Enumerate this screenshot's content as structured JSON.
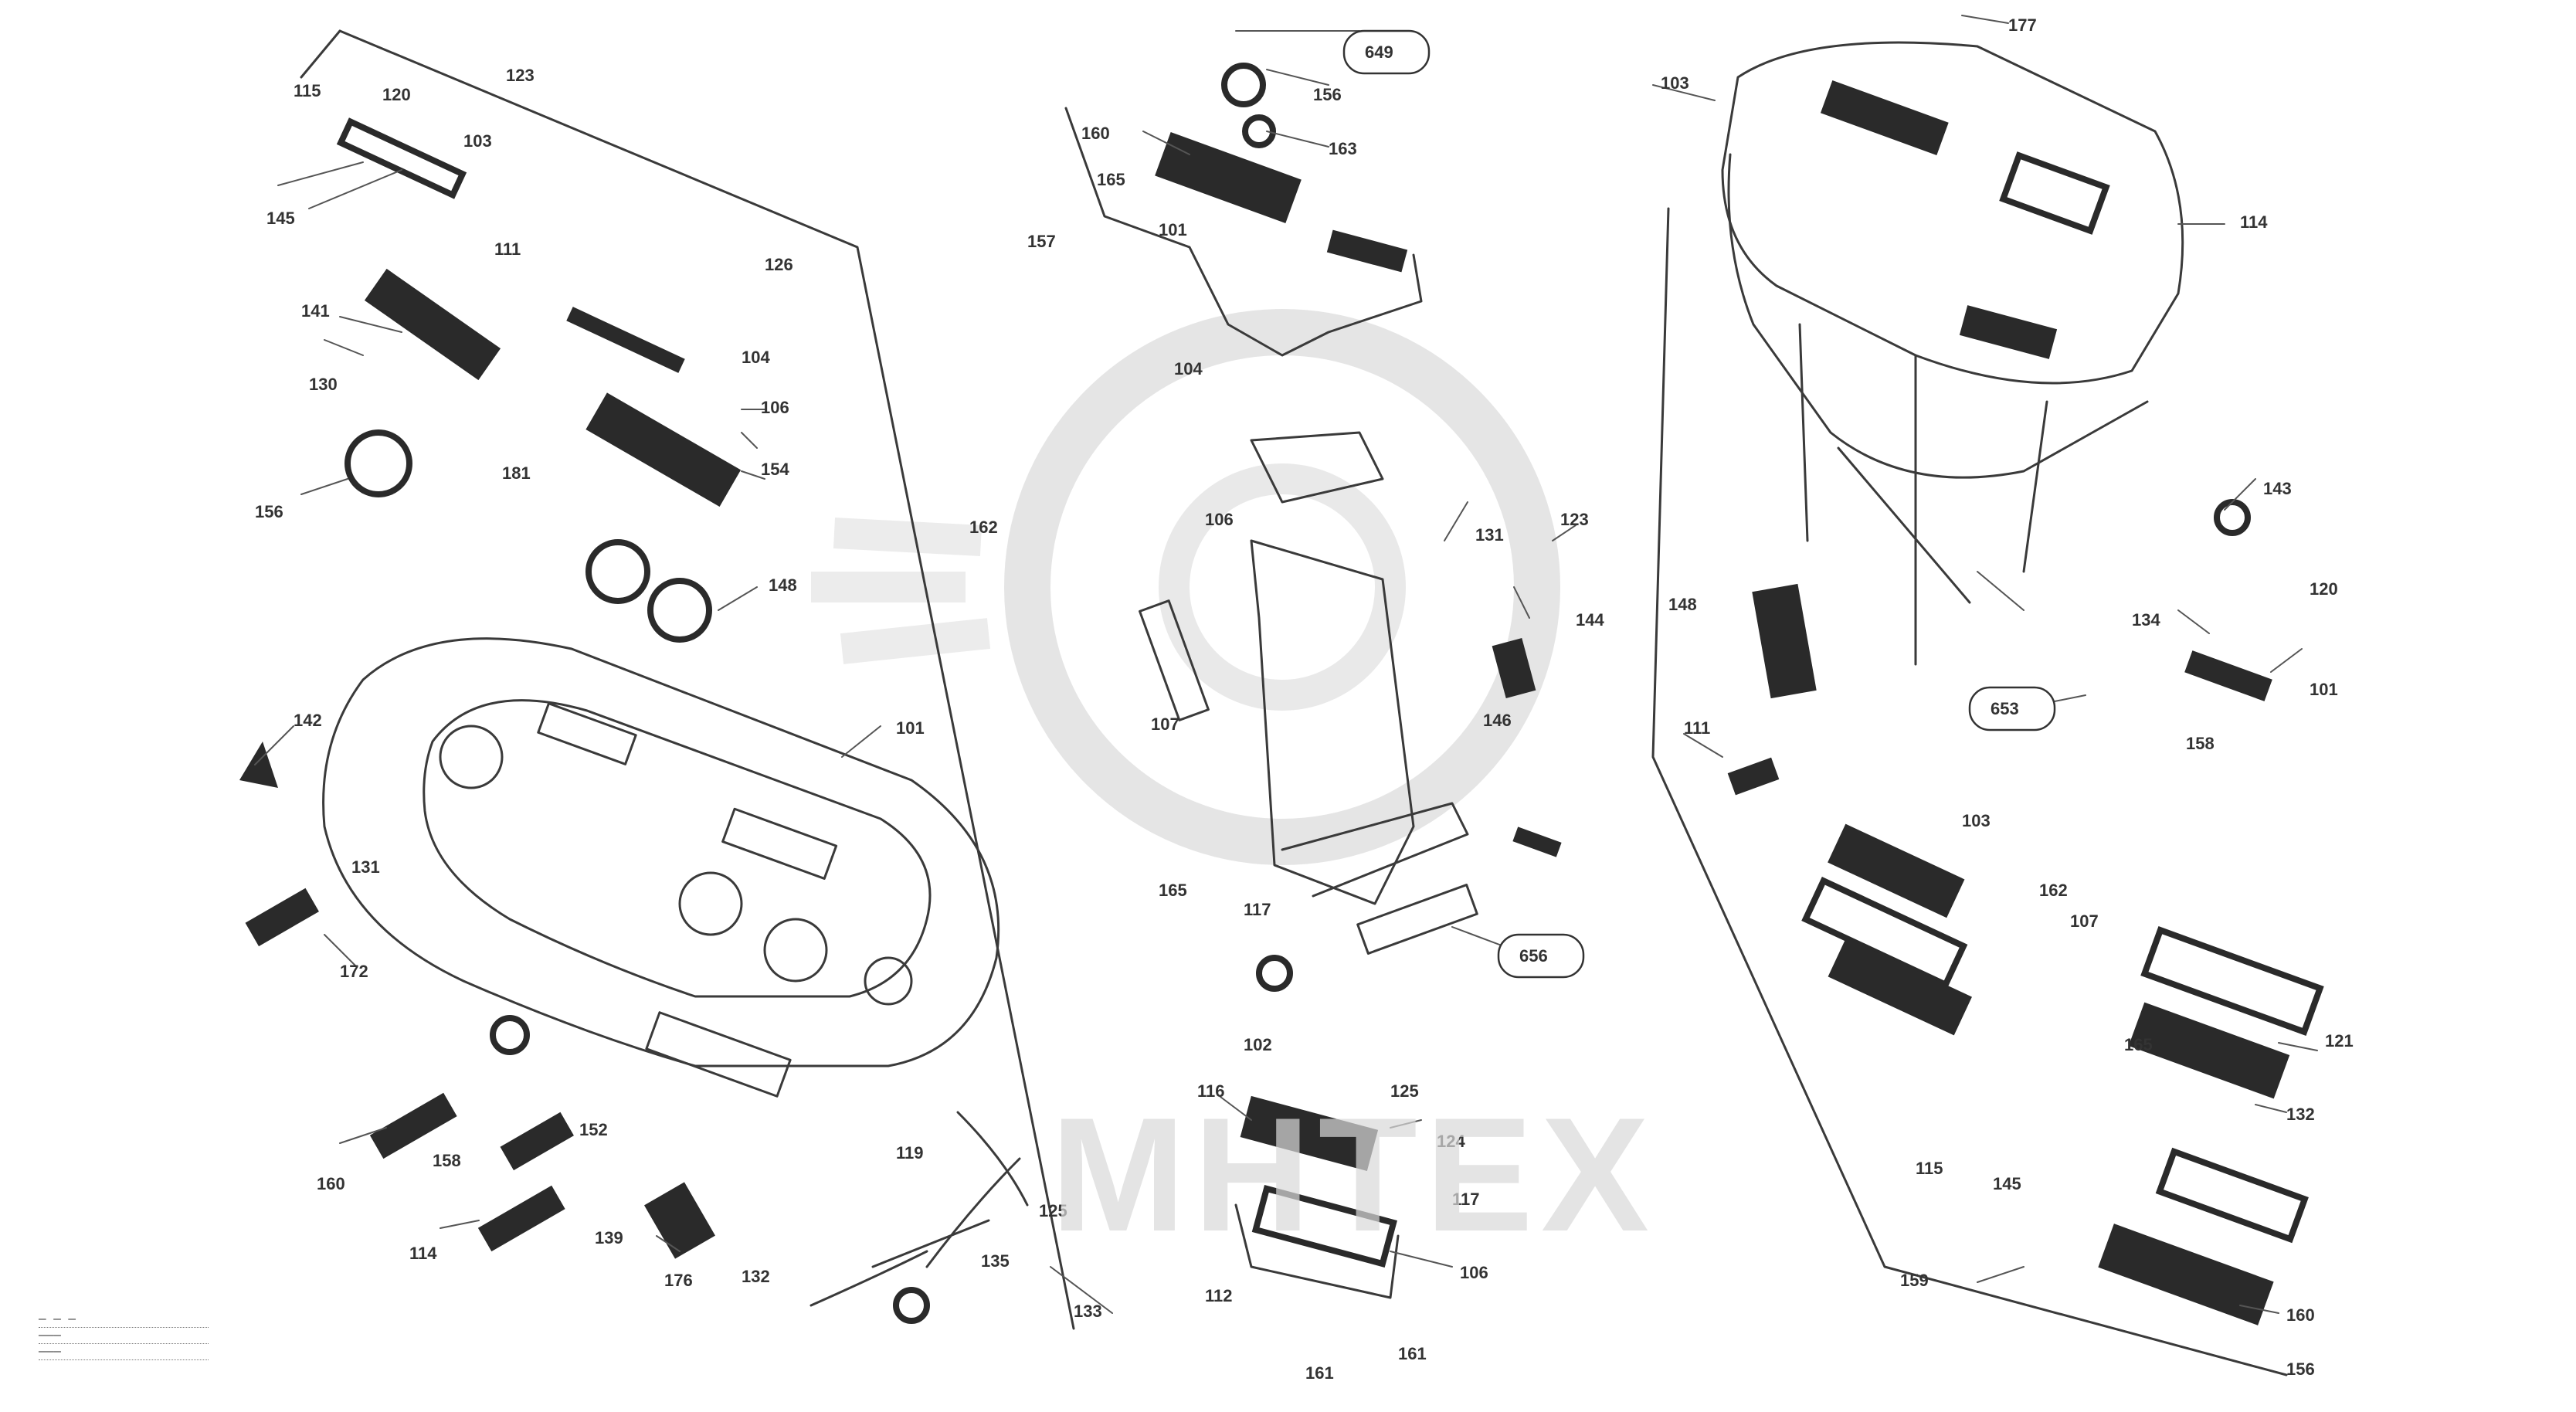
{
  "diagram": {
    "left_panel": {
      "callouts": [
        "115",
        "145",
        "120",
        "103",
        "123",
        "111",
        "141",
        "130",
        "126",
        "104",
        "106",
        "154",
        "156",
        "181",
        "148",
        "101",
        "142",
        "131",
        "172",
        "162",
        "160",
        "158",
        "114",
        "152",
        "176",
        "139",
        "132",
        "125",
        "133",
        "135",
        "119"
      ]
    },
    "center_panel": {
      "callouts": [
        "156",
        "163",
        "160",
        "165",
        "157",
        "101",
        "104",
        "106",
        "131",
        "123",
        "144",
        "107",
        "146",
        "165",
        "117",
        "102",
        "116",
        "125",
        "124",
        "117",
        "106",
        "112",
        "161",
        "161"
      ],
      "boxed_callouts": [
        "649",
        "656"
      ]
    },
    "right_panel": {
      "callouts": [
        "177",
        "103",
        "114",
        "143",
        "148",
        "111",
        "134",
        "120",
        "101",
        "158",
        "103",
        "162",
        "107",
        "121",
        "132",
        "115",
        "145",
        "160",
        "159",
        "156",
        "165"
      ],
      "boxed_callouts": [
        "653"
      ]
    },
    "reference_block": [
      "—  —  —",
      "———",
      "———"
    ]
  },
  "watermark": {
    "text": "MHTEX",
    "color": "#d9d9d9"
  }
}
